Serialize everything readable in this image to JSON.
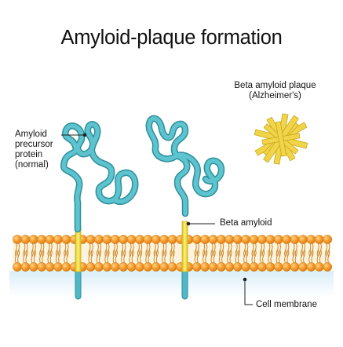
{
  "title": "Amyloid-plaque formation",
  "labels": {
    "plaque": [
      "Beta amyloid plaque",
      "(Alzheimer's)"
    ],
    "app": [
      "Amyloid",
      "precursor",
      "protein",
      "(normal)"
    ],
    "beta_amyloid": "Beta amyloid",
    "cell_membrane": "Cell membrane"
  },
  "colors": {
    "head": "#f59a2a",
    "head_light": "#ffc469",
    "tail": "#c98a2c",
    "protein": "#4fb8c4",
    "protein_dark": "#2f8f9b",
    "beta": "#f2dd3c",
    "plaque": "#f1d44a"
  }
}
